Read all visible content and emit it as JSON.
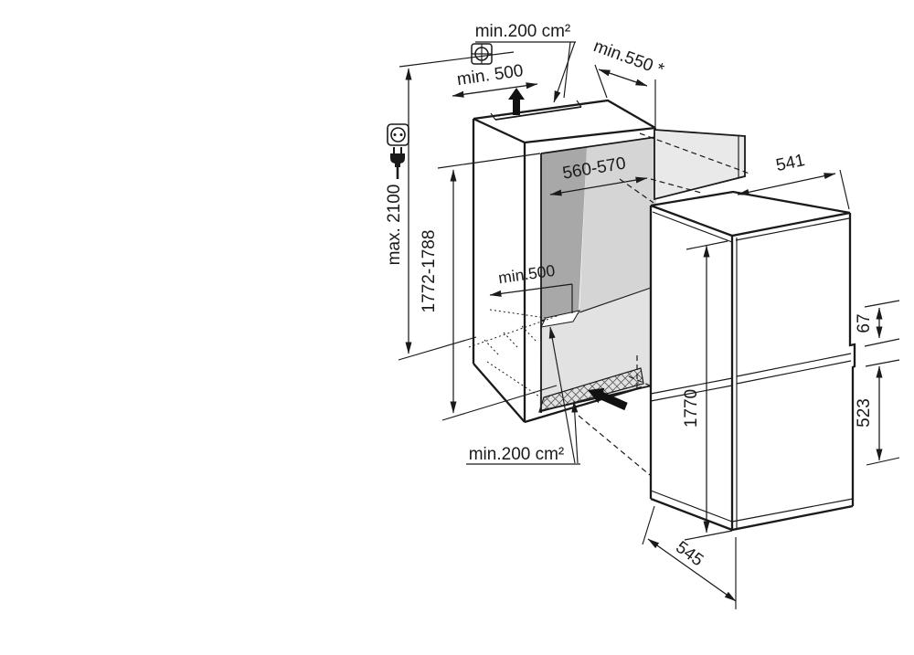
{
  "labels": {
    "top_vent_area": "min.200 cm²",
    "top_clearance": "min. 500",
    "niche_depth": "min.550 *",
    "niche_width": "560-570",
    "room_height": "max. 2100",
    "niche_height": "1772-1788",
    "floor_vent_distance": "min.500",
    "bottom_vent_area": "min.200 cm²",
    "appliance_width": "541",
    "top_door_gap": "67",
    "freezer_door_height": "523",
    "appliance_height": "1770",
    "appliance_depth": "545"
  },
  "icons": {
    "junction_box": "junction-box-icon",
    "power_socket": "power-socket-icon",
    "power_plug": "power-plug-icon",
    "airflow_out": "airflow-up-arrow-icon",
    "airflow_in": "airflow-intake-arrow-icon"
  },
  "colors": {
    "line": "#1a1a1a",
    "back_wall": "#d5d5d5",
    "side_wall_shadow": "#a8a8a8",
    "floor": "#e2e2e2",
    "door_panel": "#e9e9e9",
    "background": "#ffffff"
  }
}
